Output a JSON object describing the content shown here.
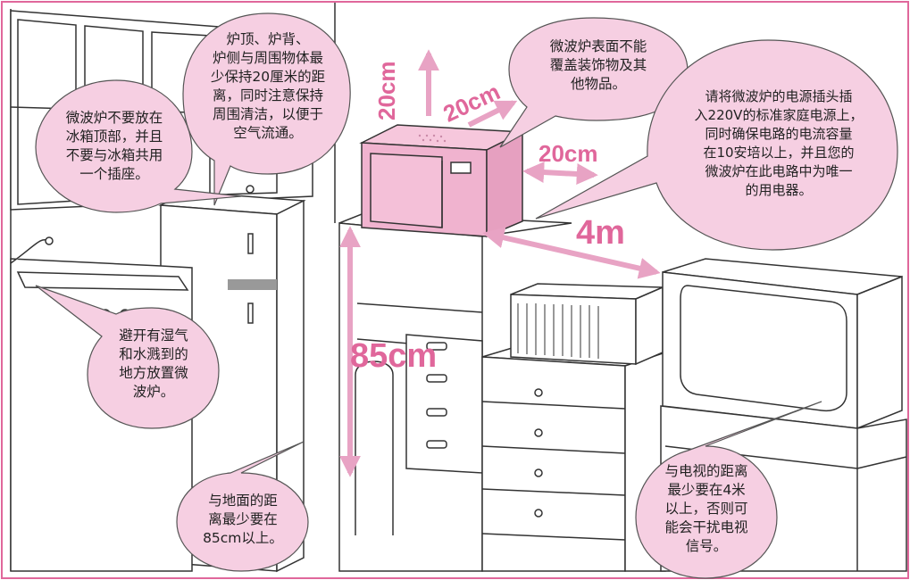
{
  "callouts": {
    "clearance": "炉顶、炉背、\n炉侧与周围物体最\n少保持20厘米的距\n离，同时注意保持\n周围清洁，以便于\n空气流通。",
    "cover": "微波炉表面不能\n覆盖装饰物及其\n他物品。",
    "power": "请将微波炉的电源插头插\n入220V的标准家庭电源上，\n同时确保电路的电流容量\n在10安培以上，并且您的\n微波炉在此电路中为唯一\n的用电器。",
    "fridge": "微波炉不要放在\n冰箱顶部，并且\n不要与冰箱共用\n一个插座。",
    "moisture": "避开有湿气\n和水溅到的\n地方放置微\n波炉。",
    "floor": "与地面的距\n离最少要在\n85cm以上。",
    "tv": "与电视的距离\n最少要在4米\n以上，否则可\n能会干扰电视\n信号。"
  },
  "dimensions": {
    "top": "20cm",
    "back": "20cm",
    "side": "20cm",
    "tv_distance": "4m",
    "height": "85cm"
  },
  "colors": {
    "accent": "#e8a3c4",
    "bubble_fill": "#f6cfe2",
    "microwave": "#f0b3cf",
    "line": "#333333"
  }
}
